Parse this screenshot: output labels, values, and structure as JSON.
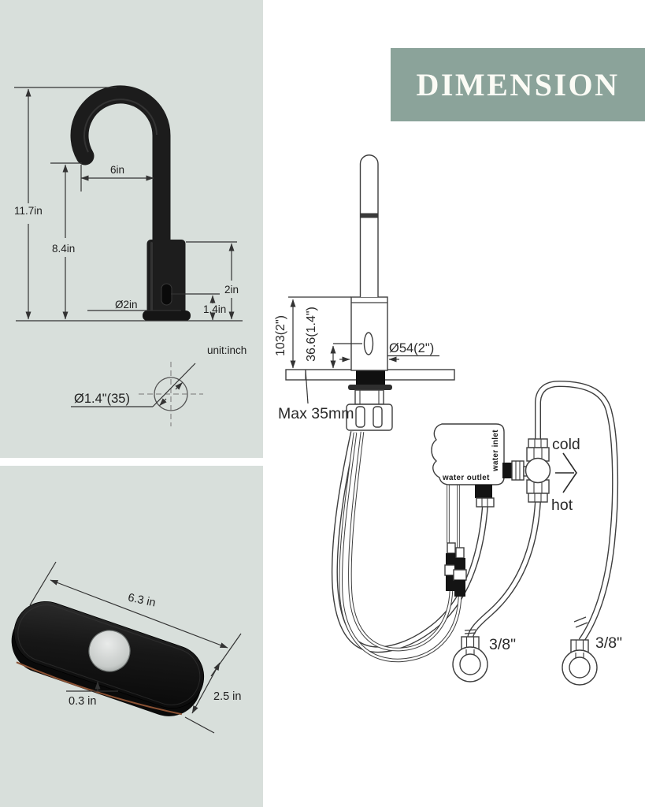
{
  "banner": {
    "title": "DIMENSION",
    "bg_color": "#8ba39a",
    "text_color": "#fbfbf5"
  },
  "faucet_panel": {
    "bg_color": "#d8dfdb",
    "total_height": "11.7in",
    "spout_height": "8.4in",
    "spout_reach": "6in",
    "body_above_sensor": "2in",
    "sensor_height": "1.4in",
    "base_diameter": "Ø2in",
    "unit_note": "unit:inch",
    "hole_diameter": "Ø1.4\"(35)"
  },
  "plate_panel": {
    "bg_color": "#d8dfdb",
    "length": "6.3 in",
    "width": "2.5 in",
    "thickness": "0.3 in"
  },
  "diagram": {
    "body_height": "103(2\")",
    "sensor_center_height": "36.6(1.4\")",
    "body_diameter": "Ø54(2\")",
    "max_deck_thickness": "Max 35mm",
    "water_outlet_label": "water outlet",
    "water_inlet_label": "water inlet",
    "cold_label": "cold",
    "hot_label": "hot",
    "cold_hose_size": "3/8\"",
    "hot_hose_size": "3/8\""
  }
}
